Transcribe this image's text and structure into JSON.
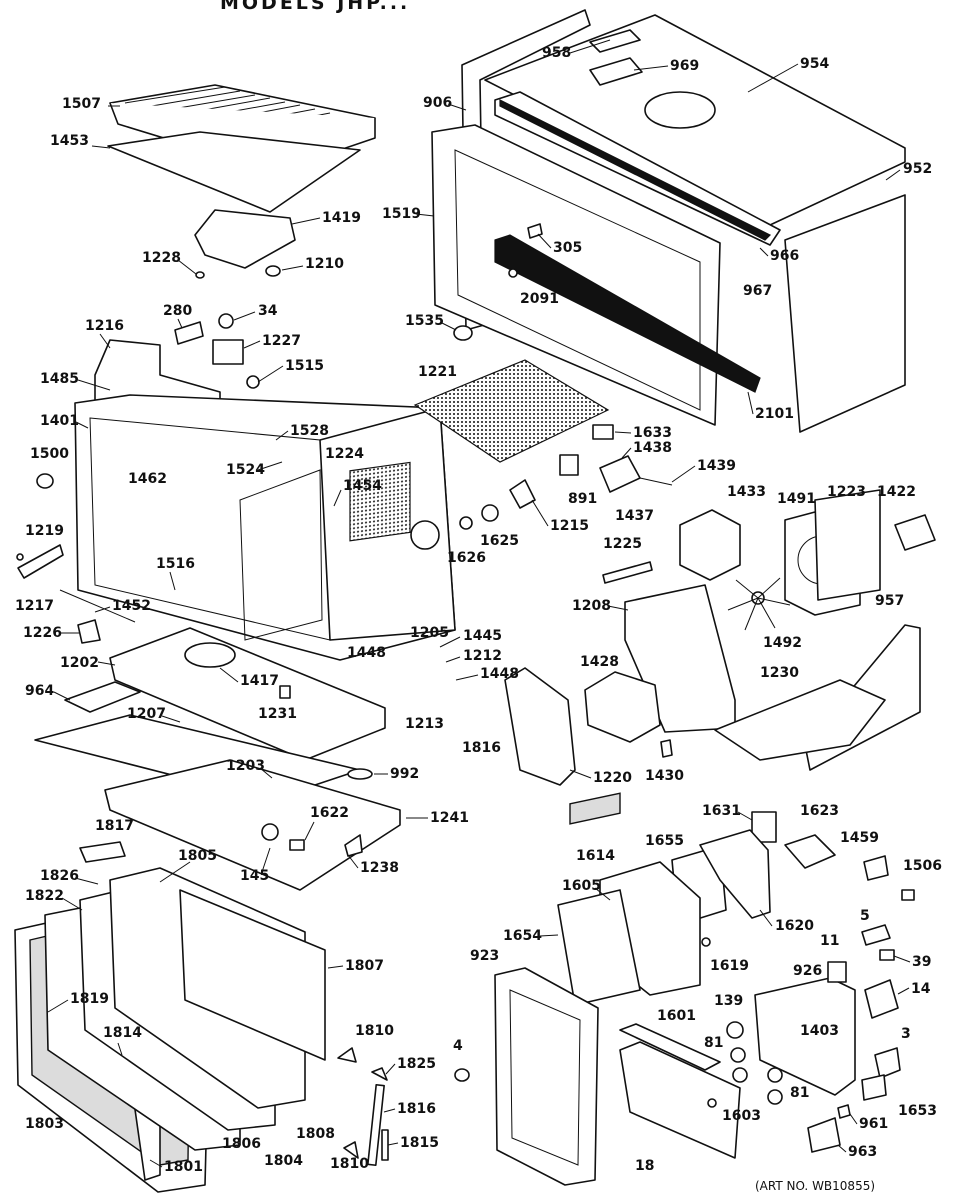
{
  "title": "MODELS JHP...",
  "art_number": "(ART NO. WB10855)",
  "callouts": [
    "1507",
    "1453",
    "1419",
    "1228",
    "1210",
    "280",
    "34",
    "1216",
    "1227",
    "1515",
    "1485",
    "1401",
    "1462",
    "1500",
    "1528",
    "1224",
    "1524",
    "1454",
    "1219",
    "1217",
    "1516",
    "1452",
    "1226",
    "1202",
    "1417",
    "1448",
    "1205",
    "1445",
    "1212",
    "1448b",
    "964",
    "1207",
    "1231",
    "1213",
    "1816",
    "1203",
    "992",
    "1241",
    "1622",
    "1238",
    "145",
    "1817",
    "1805",
    "1826",
    "1822",
    "1807",
    "1819",
    "1814",
    "1810",
    "1825",
    "1816b",
    "1815",
    "1810b",
    "1803",
    "1801",
    "1806",
    "1804",
    "1808",
    "906",
    "958",
    "969",
    "954",
    "952",
    "1519",
    "305",
    "966",
    "967",
    "2091",
    "1535",
    "1221",
    "2101",
    "1633",
    "1438",
    "1439",
    "891",
    "1215",
    "1437",
    "1626",
    "1625",
    "1433",
    "1491",
    "1223",
    "1422",
    "1225",
    "1208",
    "957",
    "1492",
    "1428",
    "1230",
    "1220",
    "1430",
    "1631",
    "1623",
    "1459",
    "1506",
    "1655",
    "1614",
    "1605",
    "1654",
    "1620",
    "1619",
    "923",
    "11",
    "5",
    "39",
    "926",
    "14",
    "4",
    "1601",
    "139",
    "81",
    "1403",
    "3",
    "1603",
    "81b",
    "961",
    "1653",
    "18",
    "963"
  ],
  "labels": {
    "1507": "1507",
    "1453": "1453",
    "1419": "1419",
    "1228": "1228",
    "1210": "1210",
    "280": "280",
    "34": "34",
    "1216": "1216",
    "1227": "1227",
    "1515": "1515",
    "1485": "1485",
    "1401": "1401",
    "1462": "1462",
    "1500": "1500",
    "1528": "1528",
    "1224": "1224",
    "1524": "1524",
    "1454": "1454",
    "1219": "1219",
    "1217": "1217",
    "1516": "1516",
    "1452": "1452",
    "1226": "1226",
    "1202": "1202",
    "1417": "1417",
    "1448": "1448",
    "1205": "1205",
    "1445": "1445",
    "1212": "1212",
    "1448b": "1448",
    "964": "964",
    "1207": "1207",
    "1231": "1231",
    "1213": "1213",
    "1816": "1816",
    "1203": "1203",
    "992": "992",
    "1241": "1241",
    "1622": "1622",
    "1238": "1238",
    "145": "145",
    "1817": "1817",
    "1805": "1805",
    "1826": "1826",
    "1822": "1822",
    "1807": "1807",
    "1819": "1819",
    "1814": "1814",
    "1810": "1810",
    "1825": "1825",
    "1816b": "1816",
    "1815": "1815",
    "1810b": "1810",
    "1803": "1803",
    "1801": "1801",
    "1806": "1806",
    "1804": "1804",
    "1808": "1808",
    "906": "906",
    "958": "958",
    "969": "969",
    "954": "954",
    "952": "952",
    "1519": "1519",
    "305": "305",
    "966": "966",
    "967": "967",
    "2091": "2091",
    "1535": "1535",
    "1221": "1221",
    "2101": "2101",
    "1633": "1633",
    "1438": "1438",
    "1439": "1439",
    "891": "891",
    "1215": "1215",
    "1437": "1437",
    "1626": "1626",
    "1625": "1625",
    "1433": "1433",
    "1491": "1491",
    "1223": "1223",
    "1422": "1422",
    "1225": "1225",
    "1208": "1208",
    "957": "957",
    "1492": "1492",
    "1428": "1428",
    "1230": "1230",
    "1220": "1220",
    "1430": "1430",
    "1631": "1631",
    "1623": "1623",
    "1459": "1459",
    "1506": "1506",
    "1655": "1655",
    "1614": "1614",
    "1605": "1605",
    "1654": "1654",
    "1620": "1620",
    "1619": "1619",
    "923": "923",
    "11": "11",
    "5": "5",
    "39": "39",
    "926": "926",
    "14": "14",
    "4": "4",
    "1601": "1601",
    "139": "139",
    "81": "81",
    "1403": "1403",
    "3": "3",
    "1603": "1603",
    "81b": "81",
    "961": "961",
    "1653": "1653",
    "18": "18",
    "963": "963"
  }
}
